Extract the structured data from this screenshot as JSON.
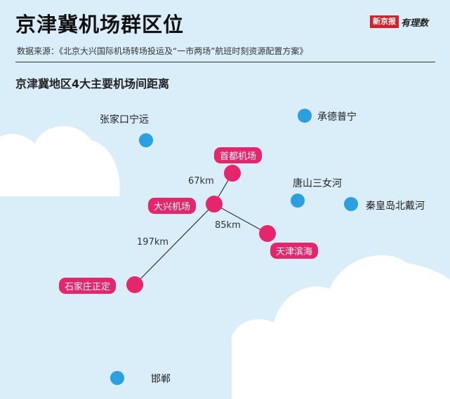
{
  "header": {
    "title": "京津冀机场群区位",
    "source": "数据来源：《北京大兴国际机场转场投运及“一市两场”航班时刻资源配置方案》",
    "subtitle": "京津冀地区4大主要机场间距离",
    "logo_text": "新京报",
    "logo_tail": "有理数"
  },
  "colors": {
    "background": "#d9eef8",
    "cloud": "#ffffff",
    "major_airport": "#e6266b",
    "other_airport": "#2ba0e0",
    "route_line": "#333333"
  },
  "major_airports": [
    {
      "id": "daxing",
      "name": "大兴机场"
    },
    {
      "id": "shoudu",
      "name": "首都机场"
    },
    {
      "id": "tianjin",
      "name": "天津滨海"
    },
    {
      "id": "shijiazhuang",
      "name": "石家庄正定"
    }
  ],
  "other_airports": [
    {
      "id": "zhangjiakou",
      "name": "张家口宁远"
    },
    {
      "id": "chengde",
      "name": "承德普宁"
    },
    {
      "id": "tangshan",
      "name": "唐山三女河"
    },
    {
      "id": "qinhuangdao",
      "name": "秦皇岛北戴河"
    },
    {
      "id": "handan",
      "name": "邯郸"
    }
  ],
  "routes": [
    {
      "from": "daxing",
      "to": "shoudu",
      "distance": "67km"
    },
    {
      "from": "daxing",
      "to": "tianjin",
      "distance": "85km"
    },
    {
      "from": "daxing",
      "to": "shijiazhuang",
      "distance": "197km"
    }
  ]
}
